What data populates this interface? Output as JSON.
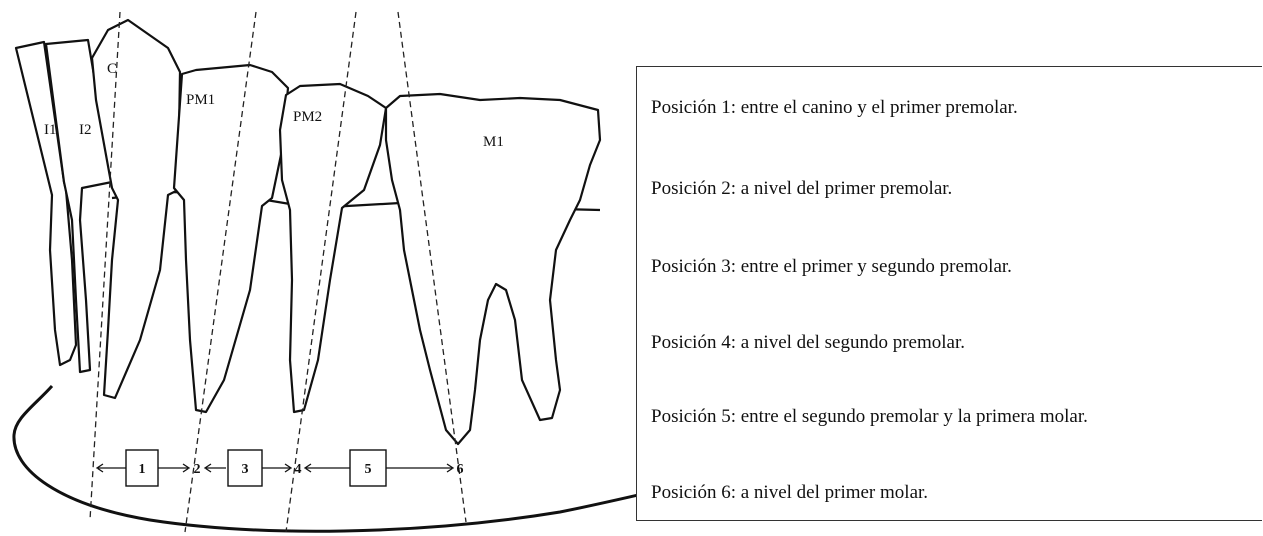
{
  "tooth_labels": {
    "i1": "I1",
    "i2": "I2",
    "c": "C",
    "pm1": "PM1",
    "pm2": "PM2",
    "m1": "M1"
  },
  "position_markers": [
    "1",
    "2",
    "3",
    "4",
    "5",
    "6"
  ],
  "legend": [
    "Posición 1: entre el canino y el primer premolar.",
    "Posición 2: a nivel del primer premolar.",
    "Posición 3: entre el primer y segundo premolar.",
    "Posición 4: a nivel del segundo premolar.",
    "Posición 5: entre el segundo premolar y la primera molar.",
    "Posición 6: a nivel del primer molar."
  ]
}
